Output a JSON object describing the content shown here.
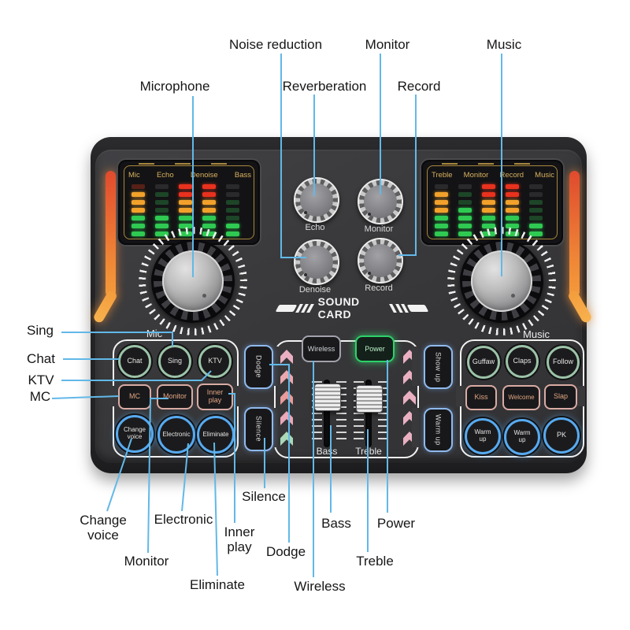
{
  "callouts": {
    "microphone": "Microphone",
    "noise_reduction": "Noise reduction",
    "monitor_top": "Monitor",
    "reverberation": "Reverberation",
    "record": "Record",
    "music": "Music",
    "sing": "Sing",
    "chat": "Chat",
    "ktv": "KTV",
    "mc": "MC",
    "change_voice": "Change voice",
    "electronic": "Electronic",
    "monitor_bottom": "Monitor",
    "eliminate": "Eliminate",
    "inner_play": "Inner play",
    "silence": "Silence",
    "dodge": "Dodge",
    "wireless": "Wireless",
    "bass": "Bass",
    "treble": "Treble",
    "power": "Power"
  },
  "device": {
    "logo": "SOUND CARD",
    "left_meter": {
      "labels": [
        "Mic",
        "Echo",
        "Denoise",
        "Bass"
      ],
      "rows": [
        [
          "r",
          "k",
          "R",
          "R",
          "k"
        ],
        [
          "O",
          "g",
          "R",
          "R",
          "k"
        ],
        [
          "O",
          "g",
          "O",
          "O",
          "g"
        ],
        [
          "O",
          "g",
          "O",
          "O",
          "g"
        ],
        [
          "G",
          "G",
          "G",
          "G",
          "g"
        ],
        [
          "G",
          "G",
          "G",
          "G",
          "G"
        ],
        [
          "G",
          "G",
          "G",
          "G",
          "G"
        ]
      ]
    },
    "right_meter": {
      "labels": [
        "Treble",
        "Monitor",
        "Record",
        "Music"
      ],
      "rows": [
        [
          "k",
          "k",
          "R",
          "R",
          "k"
        ],
        [
          "O",
          "g",
          "R",
          "R",
          "k"
        ],
        [
          "O",
          "g",
          "O",
          "O",
          "g"
        ],
        [
          "O",
          "G",
          "O",
          "O",
          "g"
        ],
        [
          "G",
          "G",
          "G",
          "G",
          "g"
        ],
        [
          "G",
          "G",
          "G",
          "G",
          "G"
        ],
        [
          "G",
          "G",
          "G",
          "G",
          "G"
        ]
      ]
    },
    "knobs": {
      "echo": "Echo",
      "monitor": "Monitor",
      "denoise": "Denoise",
      "record": "Record"
    },
    "headings": {
      "mic": "Mic",
      "music": "Music"
    },
    "mic_cluster": {
      "row1": [
        "Chat",
        "Sing",
        "KTV"
      ],
      "row2": [
        "MC",
        "Monitor",
        "Inner play"
      ],
      "row3": [
        "Change voice",
        "Electronic",
        "Eliminate"
      ]
    },
    "music_cluster": {
      "row1": [
        "Guffaw",
        "Claps",
        "Follow"
      ],
      "row2": [
        "Kiss",
        "Welcome",
        "Slap"
      ],
      "row3": [
        "Warm up",
        "Warm up",
        "PK"
      ]
    },
    "center": {
      "dodge": "Dodge",
      "silence": "Silence",
      "wireless": "Wireless",
      "power": "Power",
      "show_up": "Show up",
      "warm_up": "Warm up",
      "bass": "Bass",
      "treble": "Treble"
    },
    "arrows_left": [
      "#eab0c2",
      "#eaa8ae",
      "#e89b9b",
      "#eaa8b8",
      "#a9d9b6"
    ],
    "arrows_right": [
      "#eab0c2",
      "#eab0c2",
      "#eab0c2",
      "#eab0c2",
      "#eab0c2"
    ]
  },
  "colors": {
    "callout_line": "#62b8e8",
    "led_green": "#2fca52",
    "led_orange": "#f2a22b",
    "led_red": "#e8321e",
    "power_green": "#2fd06a",
    "ring_blue": "#57aaf0",
    "ring_green": "#9cc3a8",
    "ring_pink": "#d9aba3",
    "gold": "#d9b25f"
  }
}
